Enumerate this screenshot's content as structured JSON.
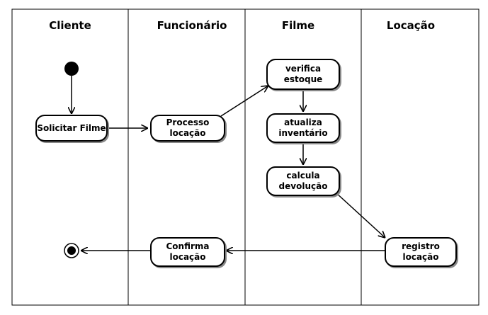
{
  "lanes": [
    "Cliente",
    "Funcionário",
    "Filme",
    "Locação"
  ],
  "nodes": {
    "solicitar": "Solicitar Filme",
    "processo": "Processo\nlocação",
    "verifica": "verifica\nestoque",
    "atualiza": "atualiza\ninventário",
    "calcula": "calcula\ndevolução",
    "registro": "registro\nlocação",
    "confirma": "Confirma\nlocação"
  },
  "colors": {
    "line": "#000000",
    "background": "#ffffff",
    "shadow": "#888888"
  }
}
